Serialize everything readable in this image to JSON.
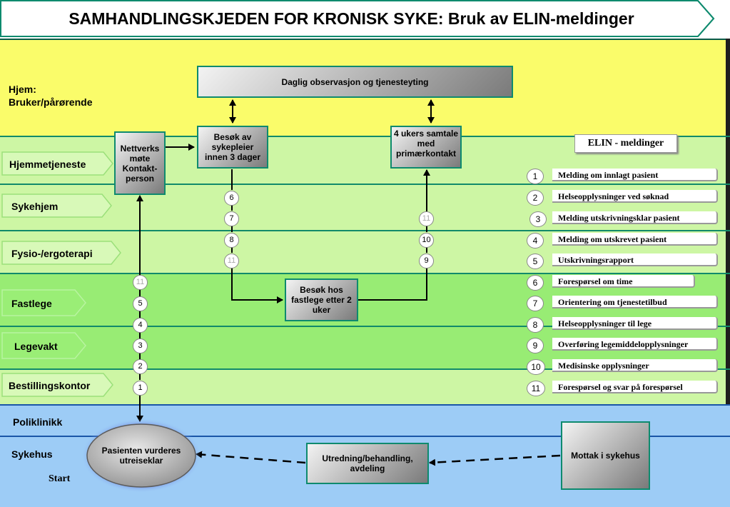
{
  "title": "SAMHANDLINGSKJEDEN FOR KRONISK SYKE:  Bruk av ELIN-meldinger",
  "home_label_line1": "Hjem:",
  "home_label_line2": "Bruker/pårørende",
  "lanes": [
    "Hjemmetjeneste",
    "Sykehjem",
    "Fysio-/ergoterapi",
    "Fastlege",
    "Legevakt",
    "Bestillingskontor"
  ],
  "hospital_lanes": [
    "Poliklinikk",
    "Sykehus"
  ],
  "boxes": {
    "daily": "Daglig observasjon og tjenesteyting",
    "network": "Nettverks møte Kontakt-person",
    "visit_nurse": "Besøk av sykepleier innen 3 dager",
    "followup": "4 ukers samtale med primærkontakt",
    "gp_visit": "Besøk hos fastlege etter 2 uker",
    "treatment": "Utredning/behandling, avdeling",
    "reception": "Mottak i sykehus",
    "patient": "Pasienten vurderes utreiseklar"
  },
  "start_label": "Start",
  "flow_numbers": {
    "left_column": [
      "11",
      "5",
      "4",
      "3",
      "2",
      "1"
    ],
    "nurse_column": [
      "6",
      "7",
      "8",
      "11"
    ],
    "followup_column": [
      "11",
      "10",
      "9"
    ]
  },
  "elin": {
    "title": "ELIN - meldinger",
    "messages": [
      {
        "num": "1",
        "label": "Melding om innlagt pasient"
      },
      {
        "num": "2",
        "label": "Helseopplysninger ved søknad"
      },
      {
        "num": "3",
        "label": "Melding utskrivningsklar pasient"
      },
      {
        "num": "4",
        "label": "Melding om utskrevet pasient"
      },
      {
        "num": "5",
        "label": "Utskrivningsrapport"
      },
      {
        "num": "6",
        "label": "Forespørsel om time"
      },
      {
        "num": "7",
        "label": "Orientering om tjenestetilbud"
      },
      {
        "num": "8",
        "label": "Helseopplysninger til lege"
      },
      {
        "num": "9",
        "label": "Overføring legemiddelopplysninger"
      },
      {
        "num": "10",
        "label": "Medisinske opplysninger"
      },
      {
        "num": "11",
        "label": "Forespørsel og svar på forespørsel"
      }
    ]
  },
  "colors": {
    "home": "#fafc6a",
    "municipal": "#cdf6a4",
    "doctor": "#98ec74",
    "hospital": "#9dccf6",
    "border": "#0e8a6e"
  }
}
